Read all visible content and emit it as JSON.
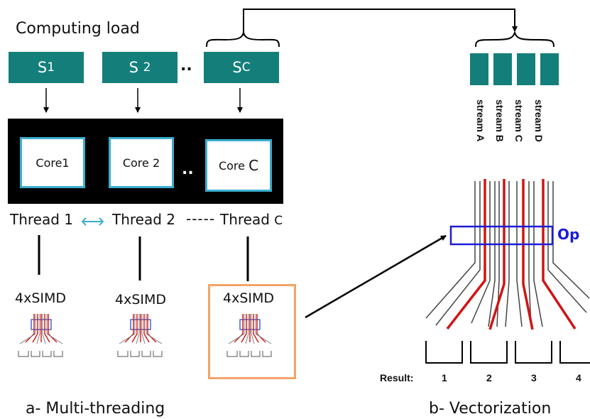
{
  "left": {
    "title": "Computing load",
    "streams": [
      {
        "label": "S",
        "sub": "1"
      },
      {
        "label": "S",
        "sub": "2"
      },
      {
        "label": "S",
        "sub": "C"
      }
    ],
    "stream_dots": "..",
    "cores": [
      "Core1",
      "Core 2",
      "Core"
    ],
    "core_last_suffix": "C",
    "core_dots": "..",
    "threads": [
      "Thread 1",
      "Thread 2",
      "Thread"
    ],
    "thread_last_suffix": "C",
    "thread_dots": "-----",
    "simd_labels": [
      "4xSIMD",
      "4xSIMD",
      "4xSIMD"
    ],
    "caption": "a- Multi-threading"
  },
  "right": {
    "streams": [
      "stream A",
      "stream B",
      "stream C",
      "stream D"
    ],
    "op_label": "Op",
    "result_label": "Result:",
    "results": [
      "1",
      "2",
      "3",
      "4"
    ],
    "caption": "b- Vectorization"
  },
  "colors": {
    "teal": "#147f7a",
    "core_border": "#3aaecf",
    "highlight_border": "#f3a367",
    "op_box": "#1c1cd6",
    "red_line": "#d01414"
  }
}
